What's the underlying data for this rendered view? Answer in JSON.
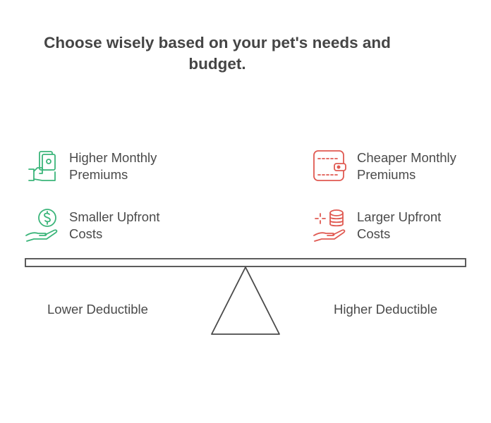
{
  "title": "Choose wisely based on your pet's needs and budget.",
  "left_items": [
    {
      "label_line1": "Higher Monthly",
      "label_line2": "Premiums",
      "icon": "hand-with-money-icon"
    },
    {
      "label_line1": "Smaller Upfront",
      "label_line2": "Costs",
      "icon": "hand-dollar-coin-icon"
    }
  ],
  "right_items": [
    {
      "label_line1": "Cheaper Monthly",
      "label_line2": "Premiums",
      "icon": "wallet-icon"
    },
    {
      "label_line1": "Larger Upfront",
      "label_line2": "Costs",
      "icon": "hand-coin-stack-icon"
    }
  ],
  "left_base_label": "Lower Deductible",
  "right_base_label": "Higher Deductible",
  "colors": {
    "left_accent": "#3bb57a",
    "right_accent": "#e05a52",
    "outline": "#4a4a4a"
  }
}
